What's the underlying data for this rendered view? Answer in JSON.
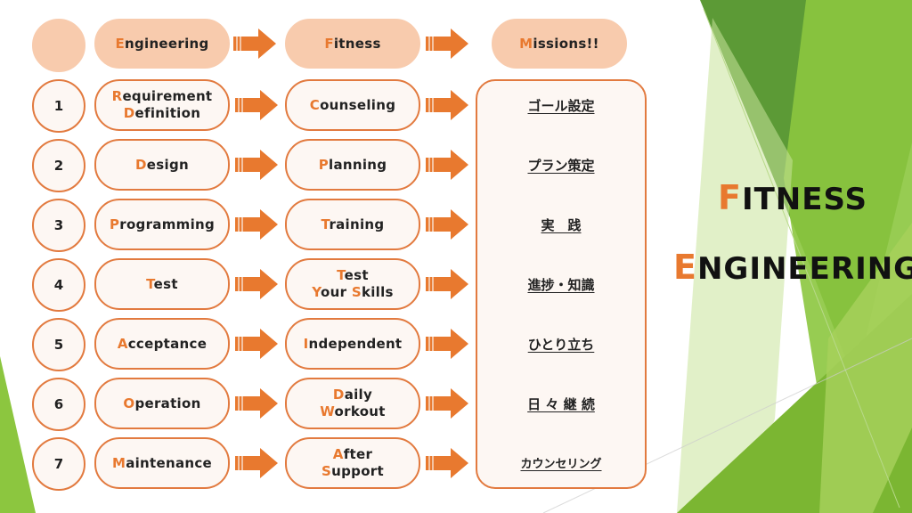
{
  "colors": {
    "accent": "#e8792f",
    "header_fill": "#f8cbad",
    "pill_fill": "#fdf7f3",
    "green_dark": "#4e8a2e",
    "green_light": "#8cc63f"
  },
  "header": {
    "engineering": {
      "cap": "E",
      "rest": "ngineering"
    },
    "fitness": {
      "cap": "F",
      "rest": "itness"
    },
    "missions": {
      "cap": "M",
      "rest": "issions!!"
    }
  },
  "rows": [
    {
      "number": "1",
      "engineering": [
        {
          "cap": "R",
          "rest": "equirement"
        },
        {
          "cap": "D",
          "rest": "efinition"
        }
      ],
      "fitness": [
        {
          "cap": "C",
          "rest": "ounseling"
        }
      ],
      "mission": "ゴール設定"
    },
    {
      "number": "2",
      "engineering": [
        {
          "cap": "D",
          "rest": "esign"
        }
      ],
      "fitness": [
        {
          "cap": "P",
          "rest": "lanning"
        }
      ],
      "mission": "プラン策定"
    },
    {
      "number": "3",
      "engineering": [
        {
          "cap": "P",
          "rest": "rogramming"
        }
      ],
      "fitness": [
        {
          "cap": "T",
          "rest": "raining"
        }
      ],
      "mission": "実　践"
    },
    {
      "number": "4",
      "engineering": [
        {
          "cap": "T",
          "rest": "est"
        }
      ],
      "fitness": [
        {
          "cap": "T",
          "rest": "est"
        },
        {
          "cap": "Y",
          "rest": "our ",
          "cap2": "S",
          "rest2": "kills"
        }
      ],
      "mission": "進捗・知識"
    },
    {
      "number": "5",
      "engineering": [
        {
          "cap": "A",
          "rest": "cceptance"
        }
      ],
      "fitness": [
        {
          "cap": "I",
          "rest": "ndependent"
        }
      ],
      "mission": "ひとり立ち"
    },
    {
      "number": "6",
      "engineering": [
        {
          "cap": "O",
          "rest": "peration"
        }
      ],
      "fitness": [
        {
          "cap": "D",
          "rest": "aily"
        },
        {
          "cap": "W",
          "rest": "orkout"
        }
      ],
      "mission": "日 々 継 続"
    },
    {
      "number": "7",
      "engineering": [
        {
          "cap": "M",
          "rest": "aintenance"
        }
      ],
      "fitness": [
        {
          "cap": "A",
          "rest": "fter"
        },
        {
          "cap": "S",
          "rest": "upport"
        }
      ],
      "mission": "カウンセリング"
    }
  ],
  "title": {
    "line1": {
      "cap": "F",
      "rest": "ITNESS"
    },
    "line2": {
      "cap": "E",
      "rest": "NGINEERING"
    }
  }
}
